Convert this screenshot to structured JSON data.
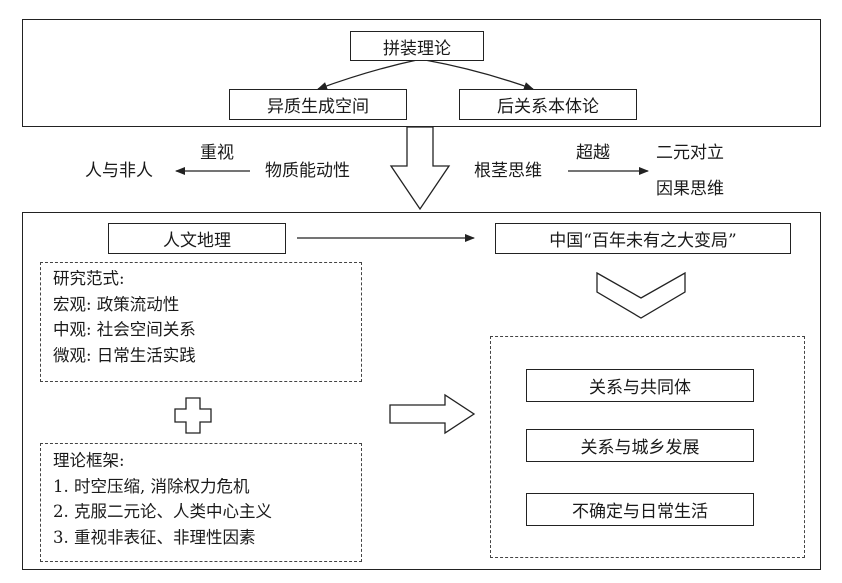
{
  "top": {
    "title": "拼装理论",
    "left_child": "异质生成空间",
    "right_child": "后关系本体论"
  },
  "middle": {
    "material_agency": "物质能动性",
    "emphasis_label": "重视",
    "human_nonhuman": "人与非人",
    "rhizome_thinking": "根茎思维",
    "transcend_label": "超越",
    "binary_opposition": "二元对立",
    "causal_thinking": "因果思维"
  },
  "bottom": {
    "human_geography": "人文地理",
    "china_changes": "中国“百年未有之大变局”",
    "paradigm": {
      "title": "研究范式:",
      "items": [
        "宏观: 政策流动性",
        "中观: 社会空间关系",
        "微观: 日常生活实践"
      ]
    },
    "framework": {
      "title": "理论框架:",
      "items": [
        "1. 时空压缩, 消除权力危机",
        "2. 克服二元论、人类中心主义",
        "3. 重视非表征、非理性因素"
      ]
    },
    "outcomes": [
      "关系与共同体",
      "关系与城乡发展",
      "不确定与日常生活"
    ]
  }
}
